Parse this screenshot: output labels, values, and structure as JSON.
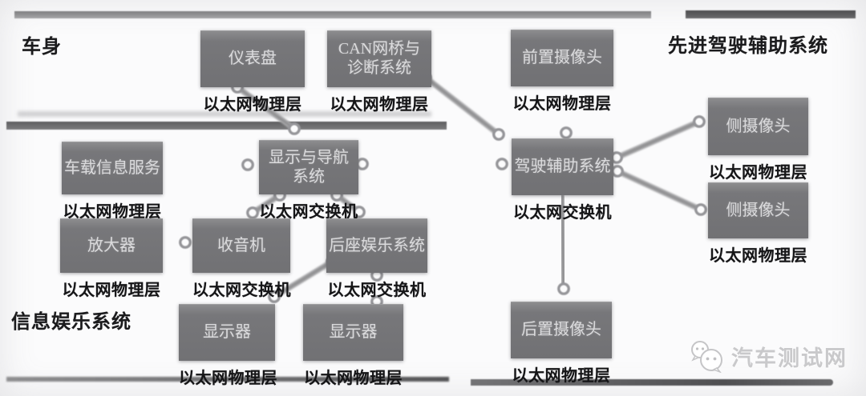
{
  "sections": [
    {
      "id": "body",
      "title": "车身"
    },
    {
      "id": "infotainment",
      "title": "信息娱乐系统"
    },
    {
      "id": "adas",
      "title": "先进驾驶辅助系统"
    }
  ],
  "nodes": [
    {
      "id": "dashboard",
      "label": "仪表盘",
      "tech": "以太网物理层"
    },
    {
      "id": "can-bridge",
      "label": "CAN网桥与\n诊断系统",
      "tech": "以太网物理层"
    },
    {
      "id": "telematics",
      "label": "车载信息服务",
      "tech": "以太网物理层"
    },
    {
      "id": "nav-system",
      "label": "显示与导航\n系统",
      "tech": "以太网交换机"
    },
    {
      "id": "amplifier",
      "label": "放大器",
      "tech": "以太网物理层"
    },
    {
      "id": "radio",
      "label": "收音机",
      "tech": "以太网交换机"
    },
    {
      "id": "rear-seat-entertainment",
      "label": "后座娱乐系统",
      "tech": "以太网交换机"
    },
    {
      "id": "display-1",
      "label": "显示器",
      "tech": "以太网物理层"
    },
    {
      "id": "display-2",
      "label": "显示器",
      "tech": "以太网物理层"
    },
    {
      "id": "front-camera",
      "label": "前置摄像头",
      "tech": "以太网物理层"
    },
    {
      "id": "adas-ecu",
      "label": "驾驶辅助系统",
      "tech": "以太网交换机"
    },
    {
      "id": "side-camera-1",
      "label": "侧摄像头",
      "tech": "以太网物理层"
    },
    {
      "id": "side-camera-2",
      "label": "侧摄像头",
      "tech": "以太网物理层"
    },
    {
      "id": "rear-camera",
      "label": "后置摄像头",
      "tech": "以太网物理层"
    }
  ],
  "edges": [
    {
      "from": "dashboard",
      "to": "nav-system"
    },
    {
      "from": "can-bridge",
      "to": "adas-ecu"
    },
    {
      "from": "telematics",
      "to": "nav-system"
    },
    {
      "from": "nav-system",
      "to": "adas-ecu"
    },
    {
      "from": "nav-system",
      "to": "radio"
    },
    {
      "from": "nav-system",
      "to": "rear-seat-entertainment"
    },
    {
      "from": "amplifier",
      "to": "radio"
    },
    {
      "from": "display-1",
      "to": "rear-seat-entertainment"
    },
    {
      "from": "rear-seat-entertainment",
      "to": "display-2"
    },
    {
      "from": "front-camera",
      "to": "adas-ecu"
    },
    {
      "from": "adas-ecu",
      "to": "side-camera-1"
    },
    {
      "from": "adas-ecu",
      "to": "side-camera-2"
    },
    {
      "from": "adas-ecu",
      "to": "rear-camera"
    }
  ],
  "watermark": {
    "icon": "wechat-icon",
    "text": "汽车测试网"
  },
  "colors": {
    "box_fill": "#77777a",
    "box_text": "#dadadc",
    "label_text": "#151517",
    "bar_light": "#9a9a9c",
    "bar_dark": "#565658",
    "wire": "#a9a9ab",
    "ring_stroke": "#96969a",
    "watermark": "#c9c9cb",
    "background": "#fbfbfc"
  }
}
